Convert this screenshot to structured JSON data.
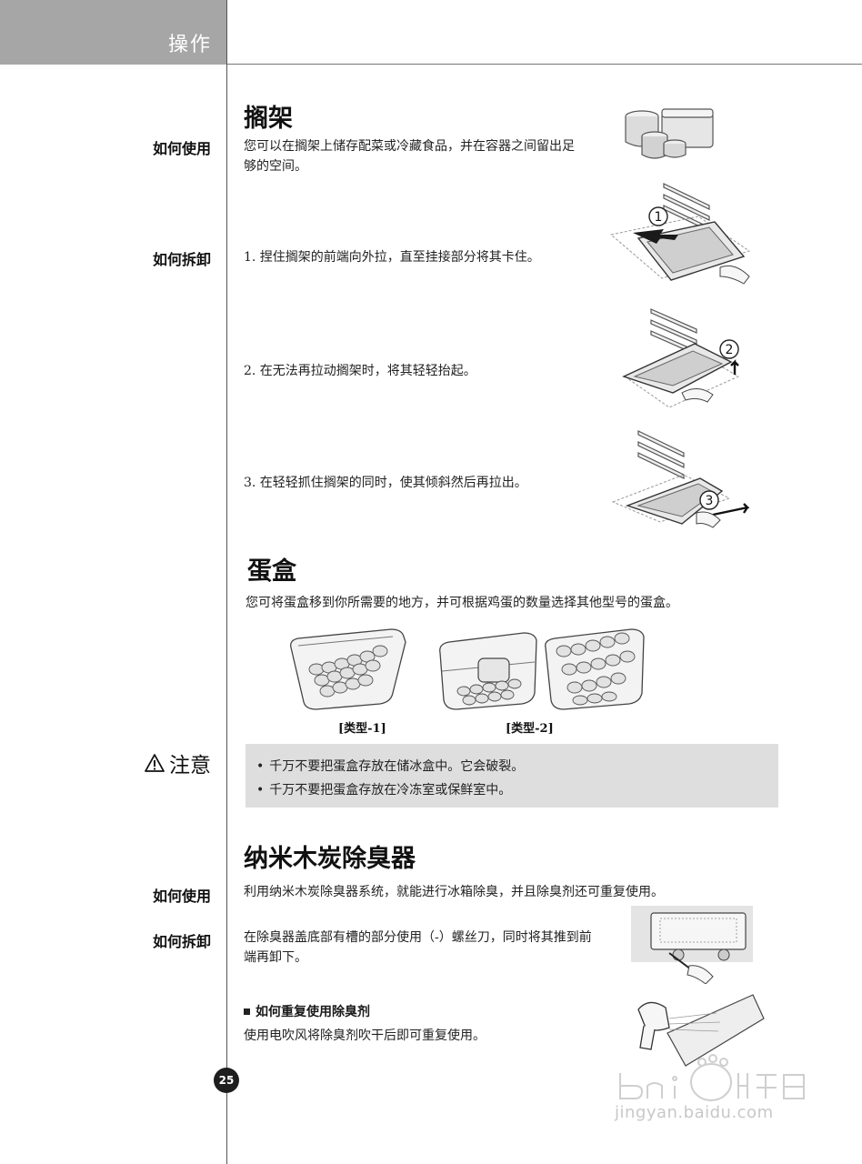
{
  "header": {
    "title": "操作"
  },
  "shelf": {
    "title": "搁架",
    "how_to_use_label": "如何使用",
    "how_to_use_text": "您可以在搁架上储存配菜或冷藏食品，并在容器之间留出足够的空间。",
    "how_to_remove_label": "如何拆卸",
    "steps": [
      "1.  捏住搁架的前端向外拉，直至挂接部分将其卡住。",
      "2.  在无法再拉动搁架时，将其轻轻抬起。",
      "3.  在轻轻抓住搁架的同时，使其倾斜然后再拉出。"
    ],
    "step_markers": [
      "1",
      "2",
      "3"
    ]
  },
  "egg_box": {
    "title": "蛋盒",
    "text": "您可将蛋盒移到你所需要的地方，并可根据鸡蛋的数量选择其他型号的蛋盒。",
    "type1_label": "[类型-1]",
    "type2_label": "[类型-2]"
  },
  "caution": {
    "icon": "warning-triangle-icon",
    "label": "注意",
    "items": [
      "千万不要把蛋盒存放在储冰盒中。它会破裂。",
      "千万不要把蛋盒存放在冷冻室或保鲜室中。"
    ]
  },
  "deodorizer": {
    "title": "纳米木炭除臭器",
    "how_to_use_label": "如何使用",
    "how_to_use_text": "利用纳米木炭除臭器系统，就能进行冰箱除臭，并且除臭剂还可重复使用。",
    "how_to_remove_label": "如何拆卸",
    "how_to_remove_text": "在除臭器盖底部有槽的部分使用（-）螺丝刀，同时将其推到前端再卸下。",
    "reuse_heading": "如何重复使用除臭剂",
    "reuse_text": "使用电吹风将除臭剂吹干后即可重复使用。"
  },
  "footer": {
    "page_number": "25",
    "watermark_url": "jingyan.baidu.com"
  }
}
